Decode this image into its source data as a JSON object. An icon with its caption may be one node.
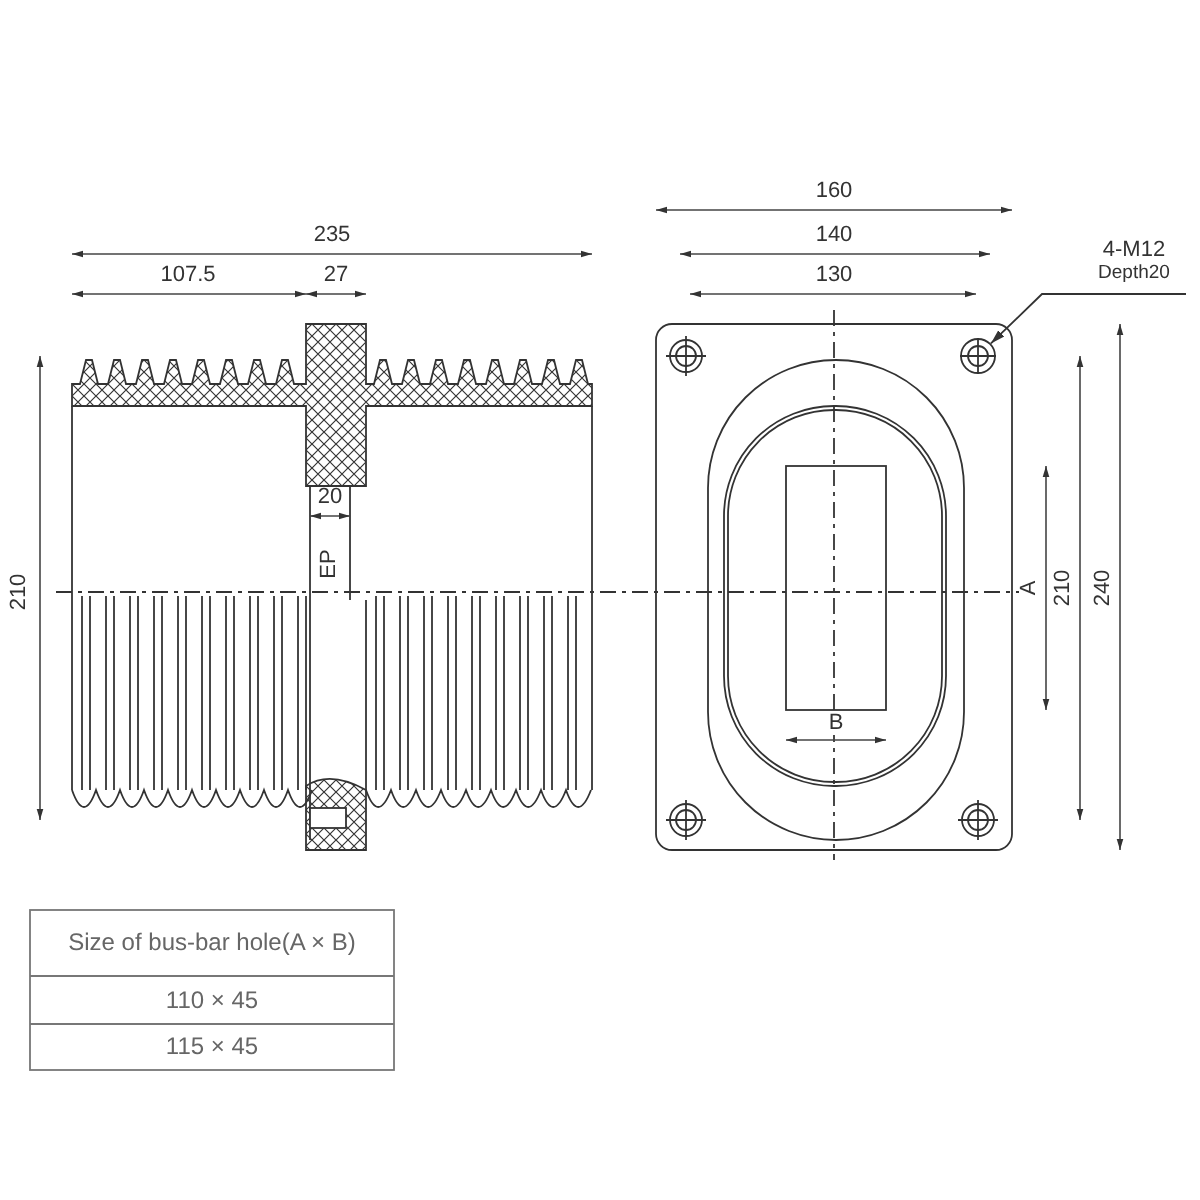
{
  "diagram": {
    "nodes": [
      {
        "text": [
          "4-M12",
          "Depth20"
        ]
      },
      {
        "text": [],
        "shape": "circle"
      }
    ],
    "edges": [
      {
        "from": 0,
        "to": 1,
        "arrow": "to"
      }
    ],
    "labels": [
      "235",
      "107.5",
      "27",
      "20",
      "EP",
      "210",
      "160",
      "140",
      "130",
      "A",
      "210",
      "240",
      "B",
      "Size of bus-bar hole(A × B)",
      "110 × 45",
      "115 × 45"
    ]
  }
}
